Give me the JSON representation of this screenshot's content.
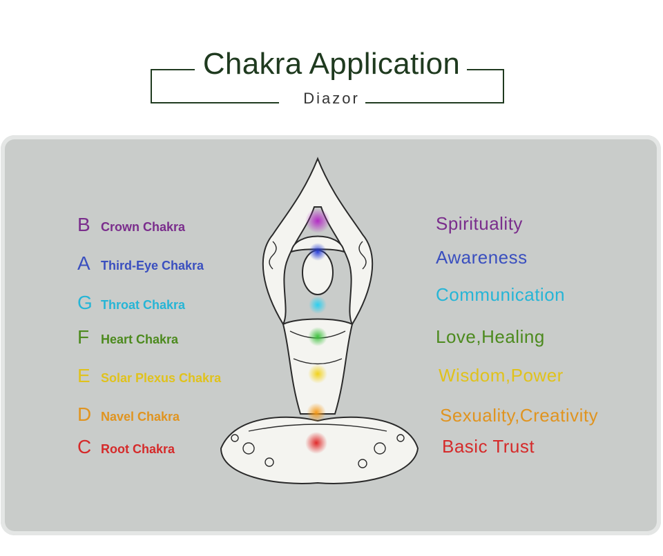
{
  "header": {
    "title": "Chakra  Application",
    "brand": "Diazor"
  },
  "chakras": [
    {
      "letter": "B",
      "name": "Crown Chakra",
      "meaning": "Spirituality",
      "color": "#7a2d8c"
    },
    {
      "letter": "A",
      "name": "Third-Eye Chakra",
      "meaning": "Awareness",
      "color": "#3a4fbf"
    },
    {
      "letter": "G",
      "name": "Throat Chakra",
      "meaning": "Communication",
      "color": "#26b5d6"
    },
    {
      "letter": "F",
      "name": "Heart Chakra",
      "meaning": "Love,Healing",
      "color": "#4c8a1e"
    },
    {
      "letter": "E",
      "name": "Solar Plexus Chakra",
      "meaning": "Wisdom,Power",
      "color": "#e0c21c"
    },
    {
      "letter": "D",
      "name": "Navel Chakra",
      "meaning": "Sexuality,Creativity",
      "color": "#e09420"
    },
    {
      "letter": "C",
      "name": "Root Chakra",
      "meaning": "Basic Trust",
      "color": "#d52a2a"
    }
  ],
  "colors": {
    "title": "#1f3a1f",
    "panel": "#c9ccca"
  }
}
